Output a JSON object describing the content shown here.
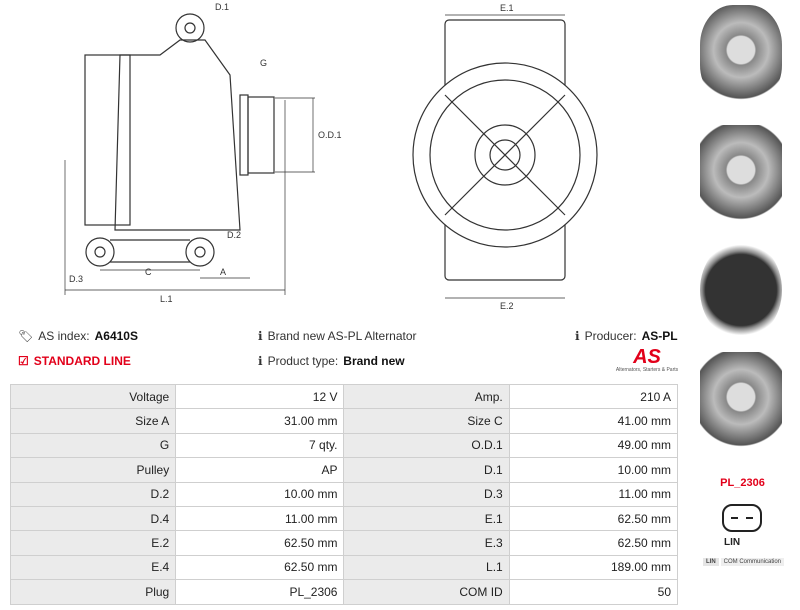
{
  "drawing_side": {
    "labels": {
      "d1": "D.1",
      "g": "G",
      "od1": "O.D.1",
      "d2": "D.2",
      "d3": "D.3",
      "c": "C",
      "a": "A",
      "l1": "L.1"
    }
  },
  "drawing_front": {
    "labels": {
      "e1": "E.1",
      "e2": "E.2"
    }
  },
  "info": {
    "as_index_label": "AS index:",
    "as_index_value": "A6410S",
    "description": "Brand new AS-PL Alternator",
    "producer_label": "Producer:",
    "producer_value": "AS-PL",
    "line": "STANDARD LINE",
    "product_type_label": "Product type:",
    "product_type_value": "Brand new",
    "logo_text": "AS",
    "logo_tagline": "Alternators, Starters & Parts"
  },
  "specs": [
    [
      "Voltage",
      "12 V",
      "Amp.",
      "210 A"
    ],
    [
      "Size A",
      "31.00 mm",
      "Size C",
      "41.00 mm"
    ],
    [
      "G",
      "7 qty.",
      "O.D.1",
      "49.00 mm"
    ],
    [
      "Pulley",
      "AP",
      "D.1",
      "10.00 mm"
    ],
    [
      "D.2",
      "10.00 mm",
      "D.3",
      "11.00 mm"
    ],
    [
      "D.4",
      "11.00 mm",
      "E.1",
      "62.50 mm"
    ],
    [
      "E.2",
      "62.50 mm",
      "E.3",
      "62.50 mm"
    ],
    [
      "E.4",
      "62.50 mm",
      "L.1",
      "189.00 mm"
    ],
    [
      "Plug",
      "PL_2306",
      "COM ID",
      "50"
    ]
  ],
  "plug": {
    "code": "PL_2306",
    "connector": "LIN",
    "legend_key": "LIN",
    "legend_value": "COM Communication"
  },
  "colors": {
    "accent": "#e2001a",
    "label_bg": "#ebebeb"
  }
}
